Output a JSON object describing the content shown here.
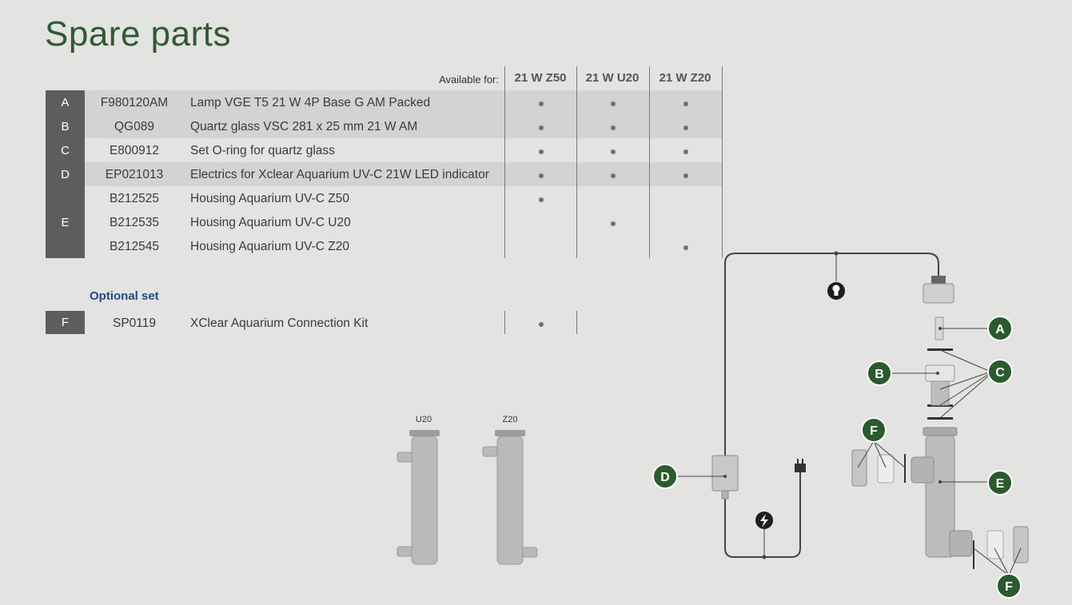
{
  "title": "Spare parts",
  "available_label": "Available for:",
  "columns": [
    "21 W Z50",
    "21 W U20",
    "21 W Z20"
  ],
  "rows": [
    {
      "letter": "A",
      "code": "F980120AM",
      "desc": "Lamp VGE T5 21 W 4P Base G AM Packed",
      "avail": [
        true,
        true,
        true
      ]
    },
    {
      "letter": "B",
      "code": "QG089",
      "desc": "Quartz glass VSC 281 x 25 mm 21 W AM",
      "avail": [
        true,
        true,
        true
      ]
    },
    {
      "letter": "C",
      "code": "E800912",
      "desc": "Set O-ring for quartz glass",
      "avail": [
        true,
        true,
        true
      ]
    },
    {
      "letter": "D",
      "code": "EP021013",
      "desc": "Electrics for Xclear Aquarium UV-C 21W LED indicator",
      "avail": [
        true,
        true,
        true
      ]
    },
    {
      "letter": "E",
      "code": "B212525",
      "desc": "Housing Aquarium UV-C Z50",
      "avail": [
        true,
        false,
        false
      ]
    },
    {
      "letter": "",
      "code": "B212535",
      "desc": "Housing Aquarium UV-C U20",
      "avail": [
        false,
        true,
        false
      ]
    },
    {
      "letter": "",
      "code": "B212545",
      "desc": "Housing Aquarium UV-C Z20",
      "avail": [
        false,
        false,
        true
      ]
    }
  ],
  "optional": {
    "label": "Optional set",
    "row": {
      "letter": "F",
      "code": "SP0119",
      "desc": "XClear Aquarium Connection Kit",
      "avail": [
        true
      ]
    }
  },
  "diagram": {
    "housing_labels": [
      "U20",
      "Z20"
    ],
    "callouts": [
      "A",
      "B",
      "C",
      "D",
      "E",
      "F",
      "F"
    ],
    "icons": [
      "lightbulb-icon",
      "lightning-icon",
      "plug-icon"
    ],
    "colors": {
      "callout": "#2b5a2f",
      "band": "#d3d3d1",
      "letter_box": "#5d5d5d",
      "title": "#2f5a34",
      "optional": "#1e4a86"
    }
  }
}
